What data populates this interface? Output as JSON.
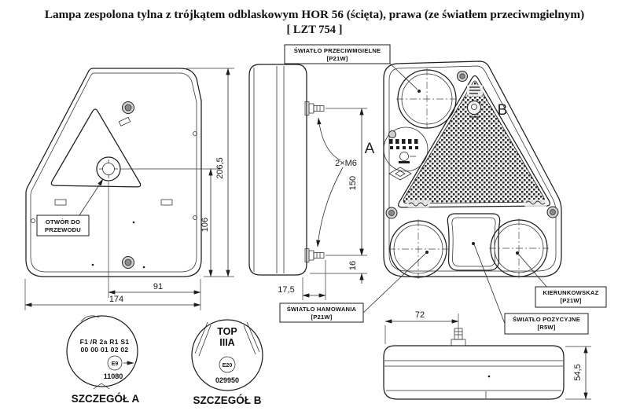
{
  "title": {
    "line1": "Lampa zespolona tylna z trójkątem odblaskowym HOR 56 (ścięta), prawa (ze światłem przeciwmgielnym)",
    "line2": "[ LZT 754 ]"
  },
  "callouts": {
    "fog": {
      "name": "ŚWIATŁO PRZECIWMGIELNE",
      "bulb": "[P21W]"
    },
    "brake": {
      "name": "ŚWIATŁO HAMOWANIA",
      "bulb": "[P21W]"
    },
    "indicator": {
      "name": "KIERUNKOWSKAZ",
      "bulb": "[P21W]"
    },
    "position": {
      "name": "ŚWIATŁO POZYCYJNE",
      "bulb": "[R5W]"
    },
    "wire_hole": {
      "line1": "OTWÓR DO",
      "line2": "PRZEWODU"
    }
  },
  "dimensions": {
    "overall_height": "206,5",
    "hole_to_bottom": "106",
    "hole_to_edge": "91",
    "overall_width": "174",
    "stud_spec": "2×M6",
    "stud_spacing": "150",
    "stud_to_bottom": "16",
    "stud_length": "17,5",
    "bottom_stud_offset": "72",
    "depth": "54,5"
  },
  "markers": {
    "a": "A",
    "b": "B"
  },
  "details": {
    "a": {
      "caption": "SZCZEGÓŁ A",
      "codes_row1": "F1 /R 2a R1 S1",
      "codes_row2": "00 00 01 02 02",
      "e_mark": "E9",
      "approval_number": "11080"
    },
    "b": {
      "caption": "SZCZEGÓŁ B",
      "class_line1": "TOP",
      "class_line2": "IIIA",
      "e_mark": "E20",
      "approval_number": "029950"
    }
  }
}
